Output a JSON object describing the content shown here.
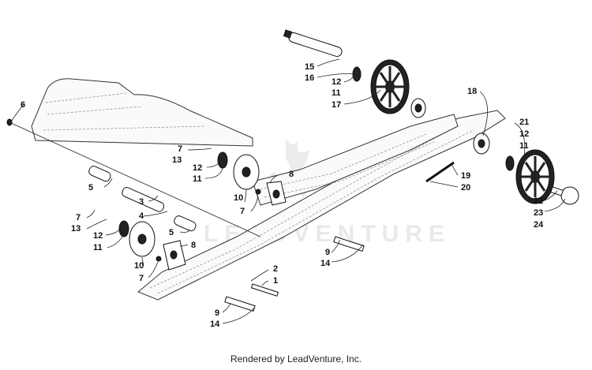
{
  "footer": {
    "text": "Rendered by LeadVenture, Inc."
  },
  "watermark": {
    "text": "LEADVENTURE"
  },
  "callouts": [
    {
      "id": "c6",
      "label": "6"
    },
    {
      "id": "c15",
      "label": "15"
    },
    {
      "id": "c16",
      "label": "16"
    },
    {
      "id": "c12a",
      "label": "12"
    },
    {
      "id": "c11a",
      "label": "11"
    },
    {
      "id": "c17",
      "label": "17"
    },
    {
      "id": "c18",
      "label": "18"
    },
    {
      "id": "c21",
      "label": "21"
    },
    {
      "id": "c12b",
      "label": "12"
    },
    {
      "id": "c11b",
      "label": "11"
    },
    {
      "id": "c7a",
      "label": "7"
    },
    {
      "id": "c13a",
      "label": "13"
    },
    {
      "id": "c12c",
      "label": "12"
    },
    {
      "id": "c11c",
      "label": "11"
    },
    {
      "id": "c8a",
      "label": "8"
    },
    {
      "id": "c10a",
      "label": "10"
    },
    {
      "id": "c7b",
      "label": "7"
    },
    {
      "id": "c19",
      "label": "19"
    },
    {
      "id": "c20",
      "label": "20"
    },
    {
      "id": "c22",
      "label": "22"
    },
    {
      "id": "c23",
      "label": "23"
    },
    {
      "id": "c24",
      "label": "24"
    },
    {
      "id": "c5a",
      "label": "5"
    },
    {
      "id": "c3",
      "label": "3"
    },
    {
      "id": "c4",
      "label": "4"
    },
    {
      "id": "c7c",
      "label": "7"
    },
    {
      "id": "c13b",
      "label": "13"
    },
    {
      "id": "c12d",
      "label": "12"
    },
    {
      "id": "c11d",
      "label": "11"
    },
    {
      "id": "c5b",
      "label": "5"
    },
    {
      "id": "c8b",
      "label": "8"
    },
    {
      "id": "c10b",
      "label": "10"
    },
    {
      "id": "c7d",
      "label": "7"
    },
    {
      "id": "c9a",
      "label": "9"
    },
    {
      "id": "c14a",
      "label": "14"
    },
    {
      "id": "c2",
      "label": "2"
    },
    {
      "id": "c1",
      "label": "1"
    },
    {
      "id": "c9b",
      "label": "9"
    },
    {
      "id": "c14b",
      "label": "14"
    }
  ]
}
